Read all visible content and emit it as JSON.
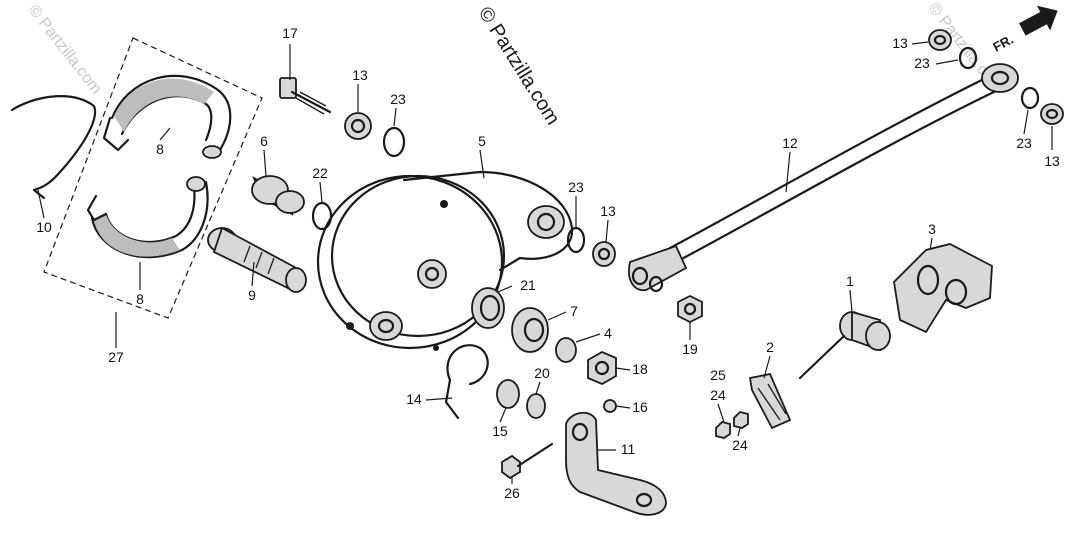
{
  "watermark": {
    "main": "© Partzilla.com",
    "corner_left": "© Partzilla.com",
    "corner_right": "© Partzilla.com"
  },
  "direction_arrow": {
    "label": "FR.",
    "icon": "front-direction-arrow-icon"
  },
  "callouts": {
    "c1": "1",
    "c2": "2",
    "c3": "3",
    "c4": "4",
    "c5": "5",
    "c6": "6",
    "c7": "7",
    "c8a": "8",
    "c8b": "8",
    "c9": "9",
    "c10": "10",
    "c11": "11",
    "c12": "12",
    "c13a": "13",
    "c13b": "13",
    "c13c": "13",
    "c13d": "13",
    "c14": "14",
    "c15": "15",
    "c16": "16",
    "c17": "17",
    "c18": "18",
    "c19": "19",
    "c20": "20",
    "c21": "21",
    "c22": "22",
    "c23a": "23",
    "c23b": "23",
    "c23c": "23",
    "c23d": "23",
    "c24a": "24",
    "c24b": "24",
    "c25": "25",
    "c26": "26",
    "c27": "27"
  }
}
